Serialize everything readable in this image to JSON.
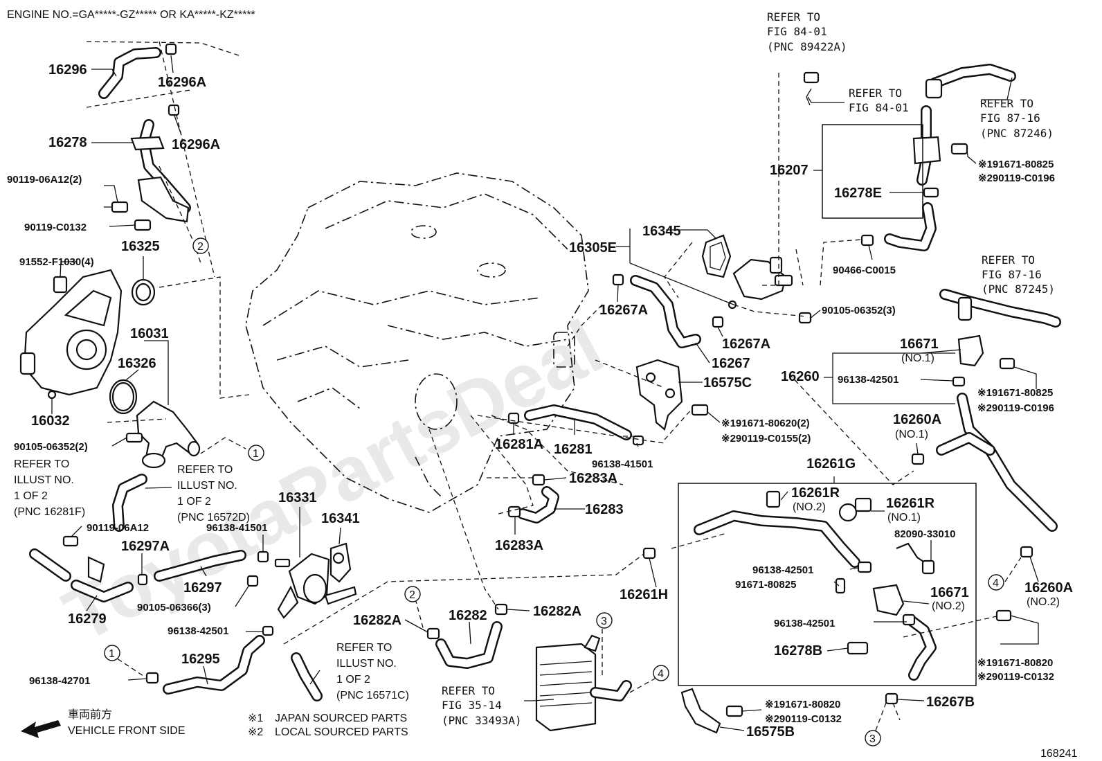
{
  "header": {
    "engine_note": "ENGINE NO.=GA*****-GZ***** OR KA*****-KZ*****"
  },
  "watermark": "ToyotaPartsDeal",
  "figure_number": "168241",
  "legend": {
    "mark1_symbol": "※1",
    "mark1_text": "JAPAN SOURCED PARTS",
    "mark2_symbol": "※2",
    "mark2_text": "LOCAL SOURCED PARTS"
  },
  "vehicle_front": {
    "jp": "車両前方",
    "en": "VEHICLE FRONT SIDE"
  },
  "labels": {
    "p16296": "16296",
    "p16296A_1": "16296A",
    "p16296A_2": "16296A",
    "p16278": "16278",
    "p90119_06A12_2": "90119-06A12(2)",
    "p90119_C0132": "90119-C0132",
    "p91552_F1030": "91552-F1030(4)",
    "p16325": "16325",
    "p16031": "16031",
    "p16326": "16326",
    "p16032": "16032",
    "p90105_06352_2": "90105-06352(2)",
    "p90119_06A12": "90119-06A12",
    "p16297A": "16297A",
    "p16279": "16279",
    "p16297": "16297",
    "p96138_41501_a": "96138-41501",
    "p16331": "16331",
    "p16341": "16341",
    "p90105_06366": "90105-06366(3)",
    "p96138_42501_a": "96138-42501",
    "p16295": "16295",
    "p96138_42701": "96138-42701",
    "p16282A_1": "16282A",
    "p16282": "16282",
    "p16282A_2": "16282A",
    "p16281A": "16281A",
    "p16281": "16281",
    "p96138_41501_b": "96138-41501",
    "p16283A_1": "16283A",
    "p16283": "16283",
    "p16283A_2": "16283A",
    "p16305E": "16305E",
    "p16345": "16345",
    "p16267A_1": "16267A",
    "p16267A_2": "16267A",
    "p16267": "16267",
    "p90105_06352_3": "90105-06352(3)",
    "p16575C": "16575C",
    "p191671_80620": "※191671-80620(2)",
    "p290119_C0155": "※290119-C0155(2)",
    "p16207": "16207",
    "p16278E": "16278E",
    "p191671_80825_a": "※191671-80825",
    "p290119_C0196_a": "※290119-C0196",
    "p90466_C0015": "90466-C0015",
    "p16671_1": "16671",
    "p16671_1_sub": "(NO.1)",
    "p16260": "16260",
    "p96138_42501_b": "96138-42501",
    "p191671_80825_b": "※191671-80825",
    "p290119_C0196_b": "※290119-C0196",
    "p16260A_1": "16260A",
    "p16260A_1_sub": "(NO.1)",
    "p16261G": "16261G",
    "p16261R_2": "16261R",
    "p16261R_2_sub": "(NO.2)",
    "p16261R_1": "16261R",
    "p16261R_1_sub": "(NO.1)",
    "p82090_33010": "82090-33010",
    "p96138_42501_c": "96138-42501",
    "p91671_80825": "91671-80825",
    "p16671_2": "16671",
    "p16671_2_sub": "(NO.2)",
    "p96138_42501_d": "96138-42501",
    "p16278B": "16278B",
    "p16261H": "16261H",
    "p16260A_2": "16260A",
    "p16260A_2_sub": "(NO.2)",
    "p191671_80820_a": "※191671-80820",
    "p290119_C0132_a": "※290119-C0132",
    "p16267B": "16267B",
    "p191671_80820_b": "※191671-80820",
    "p290119_C0132_b": "※290119-C0132",
    "p16575B": "16575B"
  },
  "refs": {
    "r8401a": {
      "l1": "REFER TO",
      "l2": "FIG 84-01",
      "l3": "(PNC 89422A)"
    },
    "r8401b": {
      "l1": "REFER TO",
      "l2": "FIG 84-01"
    },
    "r8716a": {
      "l1": "REFER TO",
      "l2": "FIG 87-16",
      "l3": "(PNC 87246)"
    },
    "r8716b": {
      "l1": "REFER TO",
      "l2": "FIG 87-16",
      "l3": "(PNC 87245)"
    },
    "illust_16281F": {
      "l1": "REFER TO",
      "l2": "ILLUST NO.",
      "l3": "1 OF 2",
      "l4": "(PNC 16281F)"
    },
    "illust_16572D": {
      "l1": "REFER TO",
      "l2": "ILLUST NO.",
      "l3": "1 OF 2",
      "l4": "(PNC 16572D)"
    },
    "illust_16571C": {
      "l1": "REFER TO",
      "l2": "ILLUST NO.",
      "l3": "1 OF 2",
      "l4": "(PNC 16571C)"
    },
    "r3514": {
      "l1": "REFER TO",
      "l2": "FIG 35-14",
      "l3": "(PNC 33493A)"
    }
  },
  "callouts": [
    "1",
    "2",
    "3",
    "4"
  ]
}
